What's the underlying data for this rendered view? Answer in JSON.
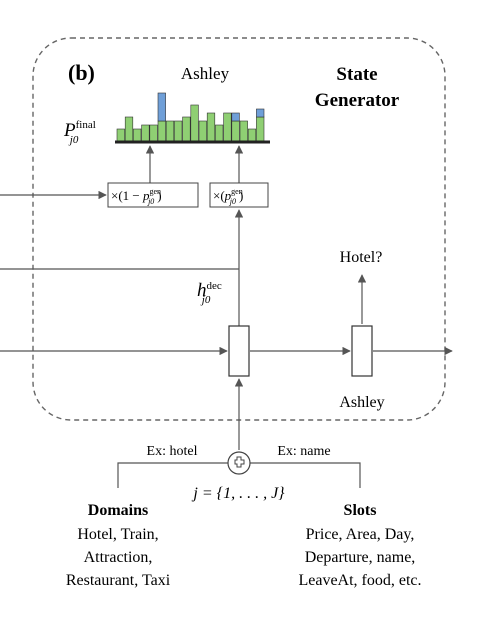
{
  "panel": {
    "label": "(b)",
    "title_line1": "State",
    "title_line2": "Generator"
  },
  "histogram": {
    "top_word": "Ashley",
    "p_symbol": "P",
    "p_superscript": "final",
    "p_subscript": "j0",
    "green_heights": [
      3,
      6,
      3,
      4,
      4,
      5,
      5,
      5,
      6,
      9,
      5,
      7,
      4,
      7,
      5,
      5,
      3,
      6
    ],
    "blue_heights": [
      0,
      0,
      0,
      0,
      0,
      7,
      0,
      0,
      0,
      0,
      0,
      0,
      0,
      0,
      2,
      0,
      0,
      2
    ],
    "colors": {
      "green": "#8fcf73",
      "blue": "#6f9fd8",
      "axis": "#333333"
    }
  },
  "gates": {
    "left_prefix": "×(1 − ",
    "right_prefix": "×(",
    "p_symbol": "p",
    "p_superscript": "gen",
    "p_subscript": "j0",
    "suffix": ")"
  },
  "decoder": {
    "h_symbol": "h",
    "h_superscript": "dec",
    "h_subscript": "j0"
  },
  "outputs": {
    "question": "Hotel?",
    "slot_value": "Ashley"
  },
  "inputs": {
    "left_example": "Ex: hotel",
    "right_example": "Ex: name",
    "plus_symbol": "+",
    "index_range": "j = {1, . . . , J}"
  },
  "domains": {
    "heading": "Domains",
    "lines": [
      "Hotel, Train,",
      "Attraction,",
      "Restaurant, Taxi"
    ]
  },
  "slots": {
    "heading": "Slots",
    "lines": [
      "Price, Area, Day,",
      "Departure, name,",
      "LeaveAt, food, etc."
    ]
  }
}
